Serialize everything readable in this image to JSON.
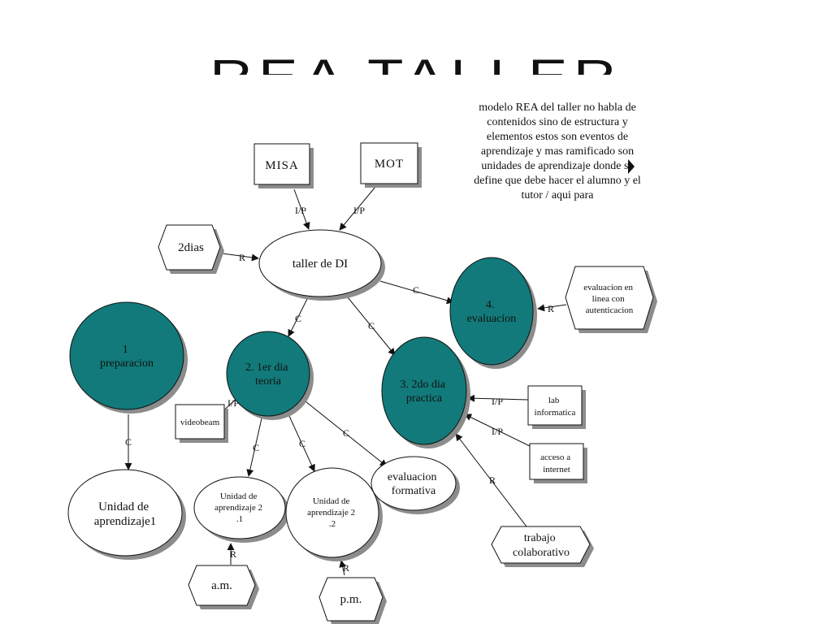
{
  "title": "REA TALLER",
  "note": "modelo REA del taller no habla de contenidos sino de estructura y elementos estos son eventos de aprendizaje y mas ramificado son unidades de aprendizaje donde se define que debe hacer el alumno y el tutor / aqui para",
  "colors": {
    "teal": "#127a7a",
    "shadow": "#8c8c8c",
    "stroke": "#111111"
  },
  "nodes": {
    "misa": "MISA",
    "mot": "MOT",
    "dos_dias": "2dias",
    "taller": "taller de DI",
    "evaluacion": [
      "4.",
      "evaluacion"
    ],
    "eval_linea": [
      "evaluacion en",
      "linea con",
      "autenticacion"
    ],
    "preparacion": [
      "1",
      "preparacion"
    ],
    "teoria": [
      "2. 1er dia",
      "teoria"
    ],
    "practica": [
      "3. 2do dia",
      "practica"
    ],
    "videobeam": "videobeam",
    "lab": [
      "lab",
      "informatica"
    ],
    "internet": [
      "acceso a",
      "internet"
    ],
    "unidad1": [
      "Unidad de",
      "aprendizaje1"
    ],
    "unidad21": [
      "Unidad de",
      "aprendizaje 2",
      ".1"
    ],
    "unidad22": [
      "Unidad de",
      "aprendizaje 2",
      ".2"
    ],
    "eval_formativa": [
      "evaluacion",
      "formativa"
    ],
    "trabajo": [
      "trabajo",
      "colaborativo"
    ],
    "am": "a.m.",
    "pm": "p.m."
  },
  "links": {
    "ip": "I/P",
    "r": "R",
    "c": "C"
  }
}
